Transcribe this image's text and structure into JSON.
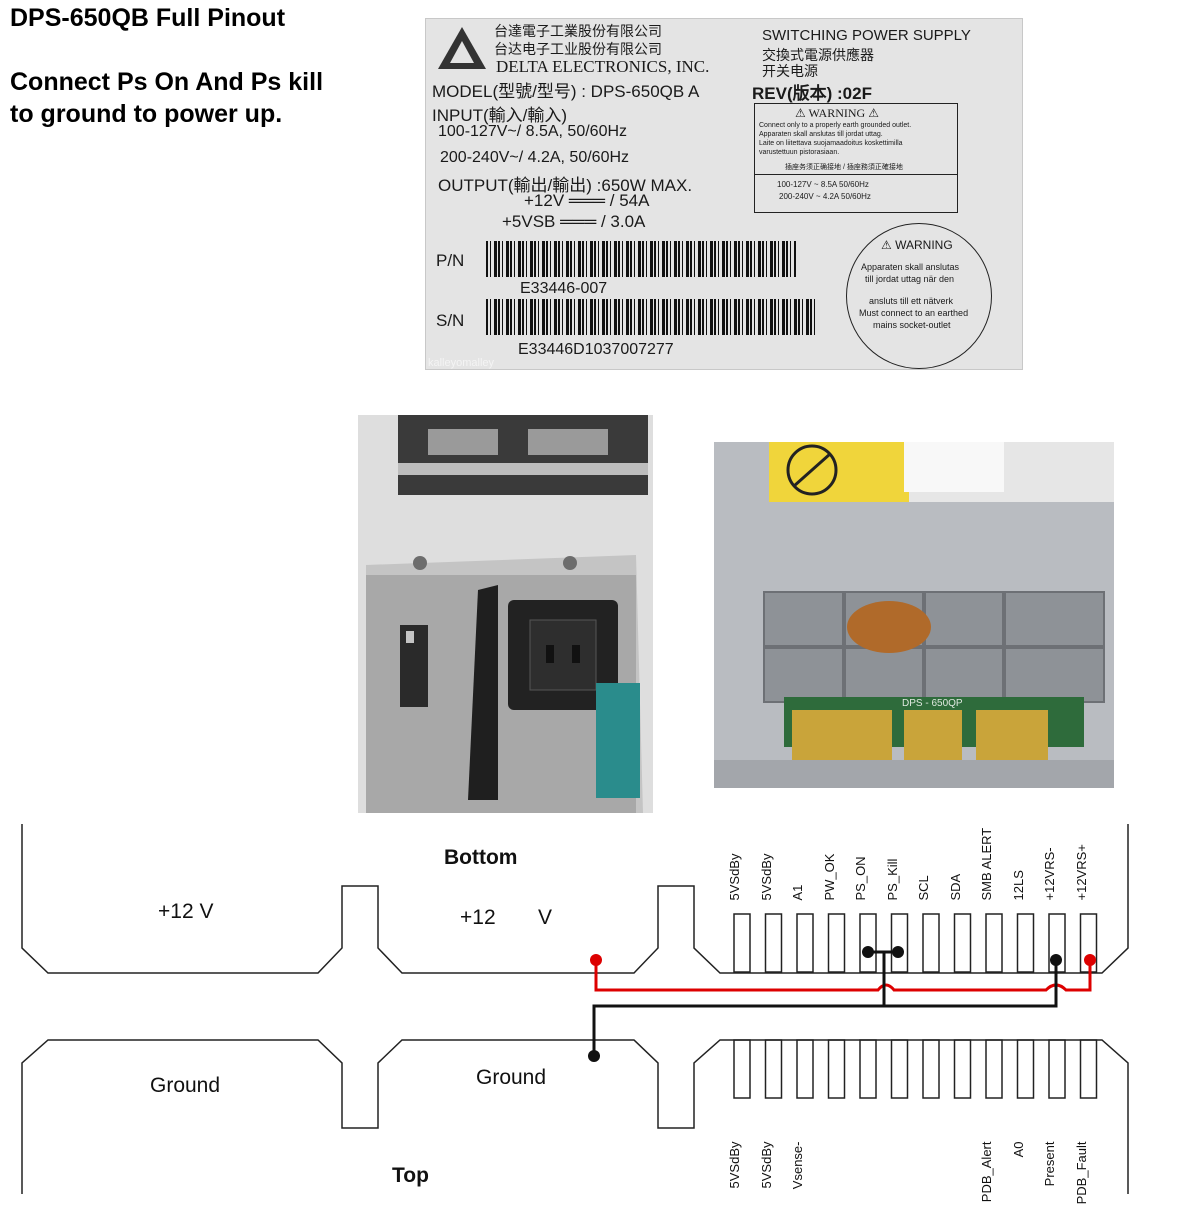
{
  "header": {
    "title": "DPS-650QB Full Pinout",
    "instruction_line1": "Connect Ps On And Ps kill",
    "instruction_line2": "to ground to power up."
  },
  "label": {
    "company_zh1": "台達電子工業股份有限公司",
    "company_zh2": "台达电子工业股份有限公司",
    "company_en": "DELTA ELECTRONICS, INC.",
    "type_en": "SWITCHING POWER SUPPLY",
    "type_zh1": "交換式電源供應器",
    "type_zh2": "开关电源",
    "model": "MODEL(型號/型号) : DPS-650QB A",
    "rev": "REV(版本) :02F",
    "input_label": "INPUT(輸入/輸入)",
    "input_1": "100-127V~/ 8.5A,  50/60Hz",
    "input_2": "200-240V~/ 4.2A,  50/60Hz",
    "output_label": "OUTPUT(輸出/輸出) :650W MAX.",
    "output_1": "+12V  ═══  / 54A",
    "output_2": "+5VSB  ═══  / 3.0A",
    "pn_label": "P/N",
    "pn_value": "E33446-007",
    "sn_label": "S/N",
    "sn_value": "E33446D1037007277",
    "warning_title": "⚠ WARNING ⚠",
    "warning_line1": "Connect only to a properly earth grounded outlet.",
    "warning_line2": "Apparaten skall anslutas till jordat uttag.",
    "warning_line3": "Laite on liitettava suojamaadoitus koskettimilla",
    "warning_line4": "varustettuun pistorasiaan.",
    "warning_zh": "插座务须正确接地 / 插座務須正確接地",
    "warning_rating1": "100-127V ~ 8.5A   50/60Hz",
    "warning_rating2": "200-240V ~ 4.2A   50/60Hz",
    "circle_title": "WARNING",
    "circle_line1": "Apparaten skall anslutas",
    "circle_line2": "till jordat uttag när den",
    "circle_line3": "ansluts till ett nätverk",
    "circle_line4": "Must connect to an earthed",
    "circle_line5": "mains socket-outlet",
    "watermark": "kalleyomalley"
  },
  "photo_back": {
    "board_text": "DPS - 650QP"
  },
  "diagram": {
    "bottom_label": "Bottom",
    "top_label": "Top",
    "bottom_left_rail": "+12 V",
    "bottom_mid_rail_a": "+12",
    "bottom_mid_rail_b": "V",
    "top_left_rail": "Ground",
    "top_mid_rail": "Ground",
    "bottom_pins": [
      "5VSdBy",
      "5VSdBy",
      "A1",
      "PW_OK",
      "PS_ON",
      "PS_Kill",
      "SCL",
      "SDA",
      "SMB ALERT",
      "12LS",
      "+12VRS-",
      "+12VRS+"
    ],
    "top_pins": [
      "5VSdBy",
      "5VSdBy",
      "Vsense-",
      "",
      "",
      "",
      "",
      "",
      "PDB_Alert",
      "A0",
      "Present",
      "PDB_Fault"
    ],
    "colors": {
      "red_wire": "#dd0000",
      "black_wire": "#111111"
    }
  }
}
